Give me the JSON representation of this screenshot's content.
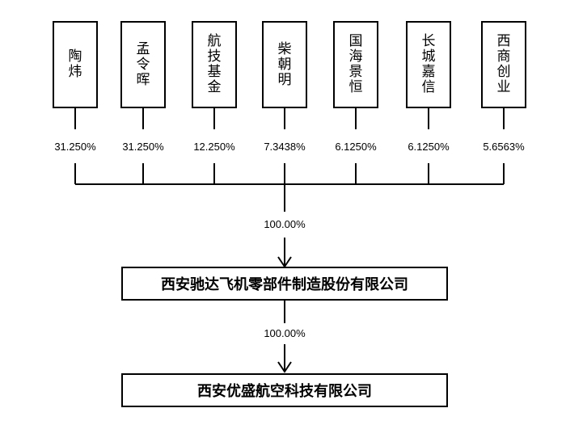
{
  "shareholders": [
    {
      "name": "陶炜",
      "pct": "31.250%"
    },
    {
      "name": "孟令晖",
      "pct": "31.250%"
    },
    {
      "name": "航技基金",
      "pct": "12.250%"
    },
    {
      "name": "柴朝明",
      "pct": "7.3438%"
    },
    {
      "name": "国海景恒",
      "pct": "6.1250%"
    },
    {
      "name": "长城嘉信",
      "pct": "6.1250%"
    },
    {
      "name": "西商创业",
      "pct": "5.6563%"
    }
  ],
  "ratio_1": "100.00%",
  "parent_company": "西安驰达飞机零部件制造股份有限公司",
  "ratio_2": "100.00%",
  "subsidiary": "西安优盛航空科技有限公司"
}
